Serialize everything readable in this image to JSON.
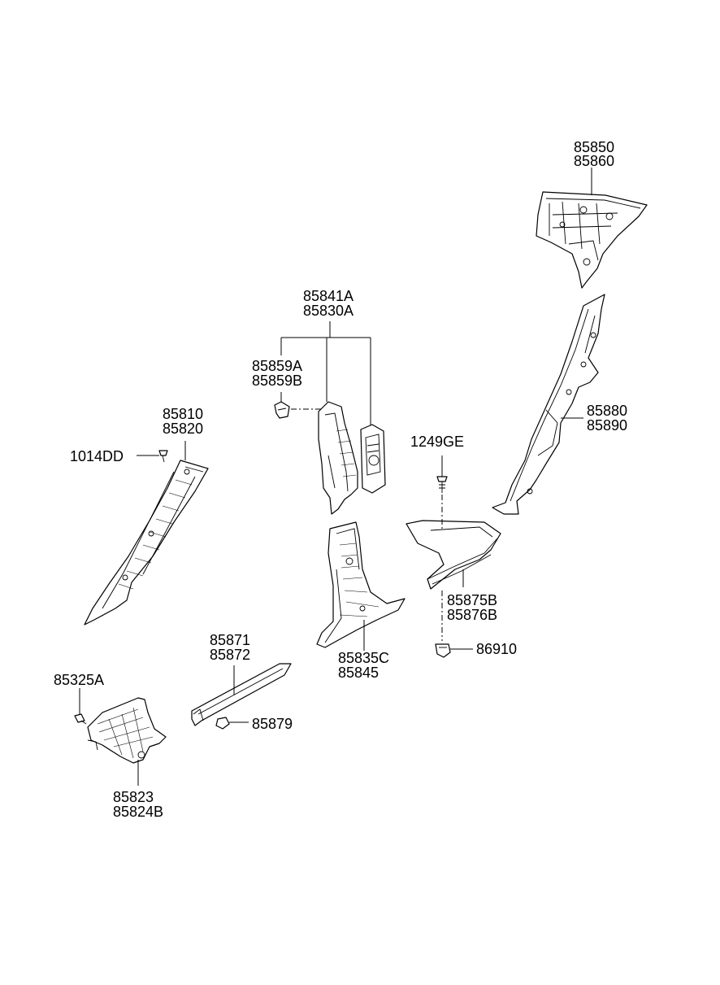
{
  "labels": {
    "p85850": "85850",
    "p85860": "85860",
    "p85841A": "85841A",
    "p85830A": "85830A",
    "p85859A": "85859A",
    "p85859B": "85859B",
    "p85810": "85810",
    "p85820": "85820",
    "p1014DD": "1014DD",
    "p1249GE": "1249GE",
    "p85880": "85880",
    "p85890": "85890",
    "p85875B": "85875B",
    "p85876B": "85876B",
    "p86910": "86910",
    "p85871": "85871",
    "p85872": "85872",
    "p85835C": "85835C",
    "p85845": "85845",
    "p85325A": "85325A",
    "p85879": "85879",
    "p85823": "85823",
    "p85824B": "85824B"
  }
}
